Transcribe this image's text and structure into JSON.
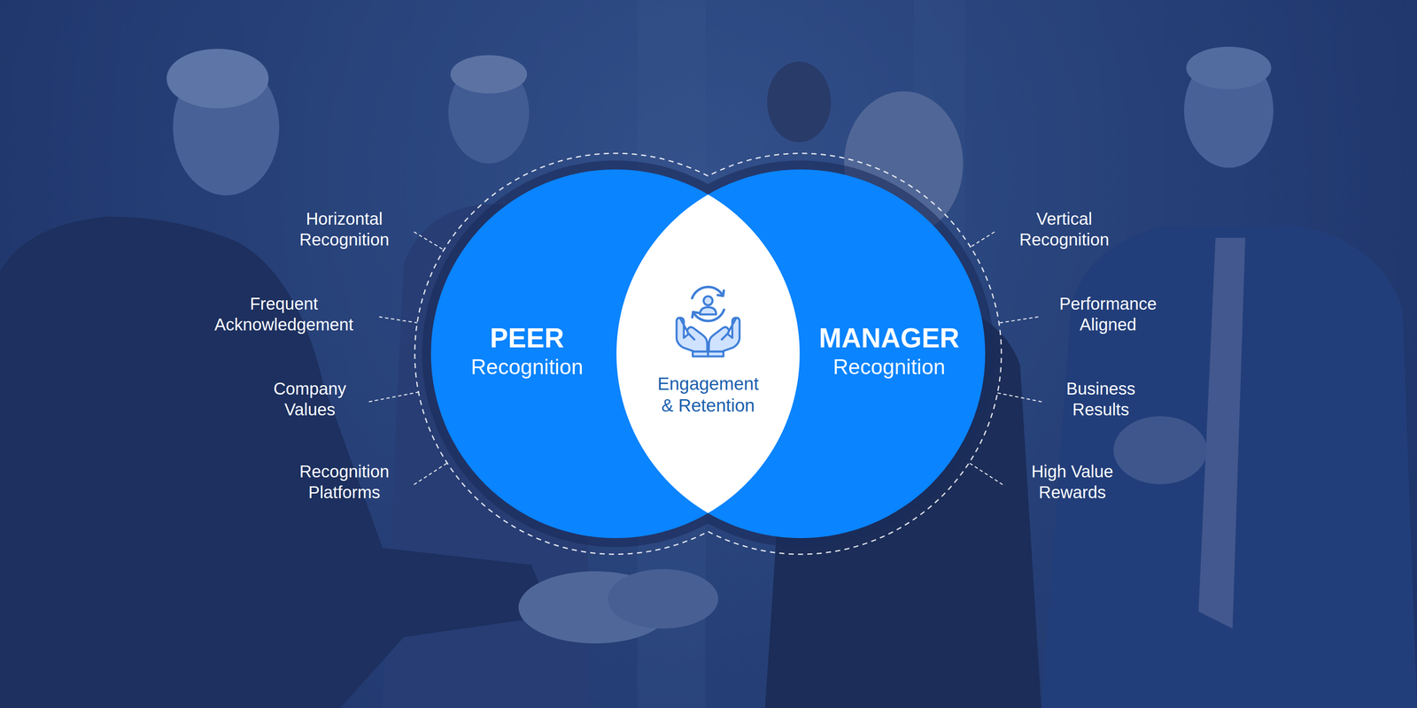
{
  "diagram": {
    "nodes": [
      {
        "text": [
          "PEER",
          "Recognition"
        ]
      },
      {
        "text": [
          "MANAGER",
          "Recognition"
        ]
      },
      {
        "text": [
          "Engagement & Retention"
        ]
      }
    ],
    "labels": [
      "Horizontal Recognition",
      "Frequent Acknowledgement",
      "Company Values",
      "Recognition Platforms",
      "Vertical Recognition",
      "Performance Aligned",
      "Business Results",
      "High Value Rewards"
    ]
  }
}
